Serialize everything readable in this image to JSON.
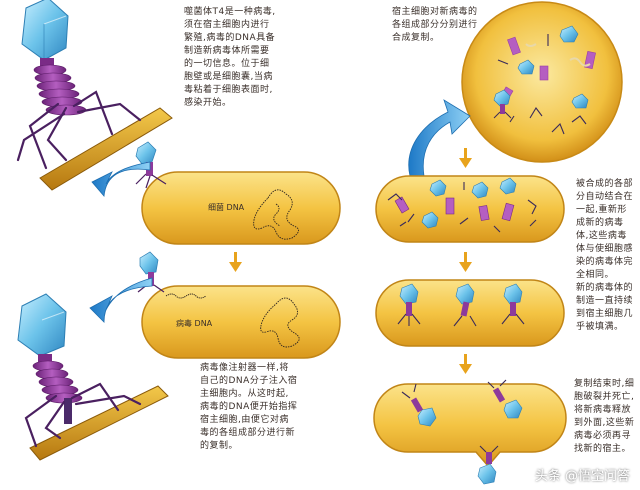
{
  "paragraphs": {
    "p1": "噬菌体T4是一种病毒,须在宿主细胞内进行繁殖,病毒的DNA具备制造新病毒体所需要的一切信息。位于细胞壁或是细胞囊,当病毒粘着于细胞表面时,感染开始。",
    "p2": "病毒像注射器一样,将自己的DNA分子注入宿主细胞内。从这时起,病毒的DNA便开始指挥宿主细胞,由便它对病毒的各组成部分进行新的复制。",
    "p3": "宿主细胞对新病毒的各组成部分分别进行合成复制。",
    "p4": "被合成的各部分自动结合在一起,重新形成新的病毒体,这些病毒体与使细胞感染的病毒体完全相同。",
    "p5": "新的病毒体的制造一直持续到宿主细胞几乎被填满。",
    "p6": "复制结束时,细胞破裂并死亡,将新病毒释放到外面,这些新病毒必须再寻找新的宿主。"
  },
  "labels": {
    "cell1": "细菌 DNA",
    "cell2": "病毒 DNA"
  },
  "watermark": "头条 @悟空问答",
  "colors": {
    "cell": "#f6c545",
    "cellEdge": "#d79a1f",
    "phageHead": "#6fc6e8",
    "phageBody": "#9b3fa6",
    "arrow": "#3a9ad9",
    "downArrow": "#e8a31c"
  }
}
